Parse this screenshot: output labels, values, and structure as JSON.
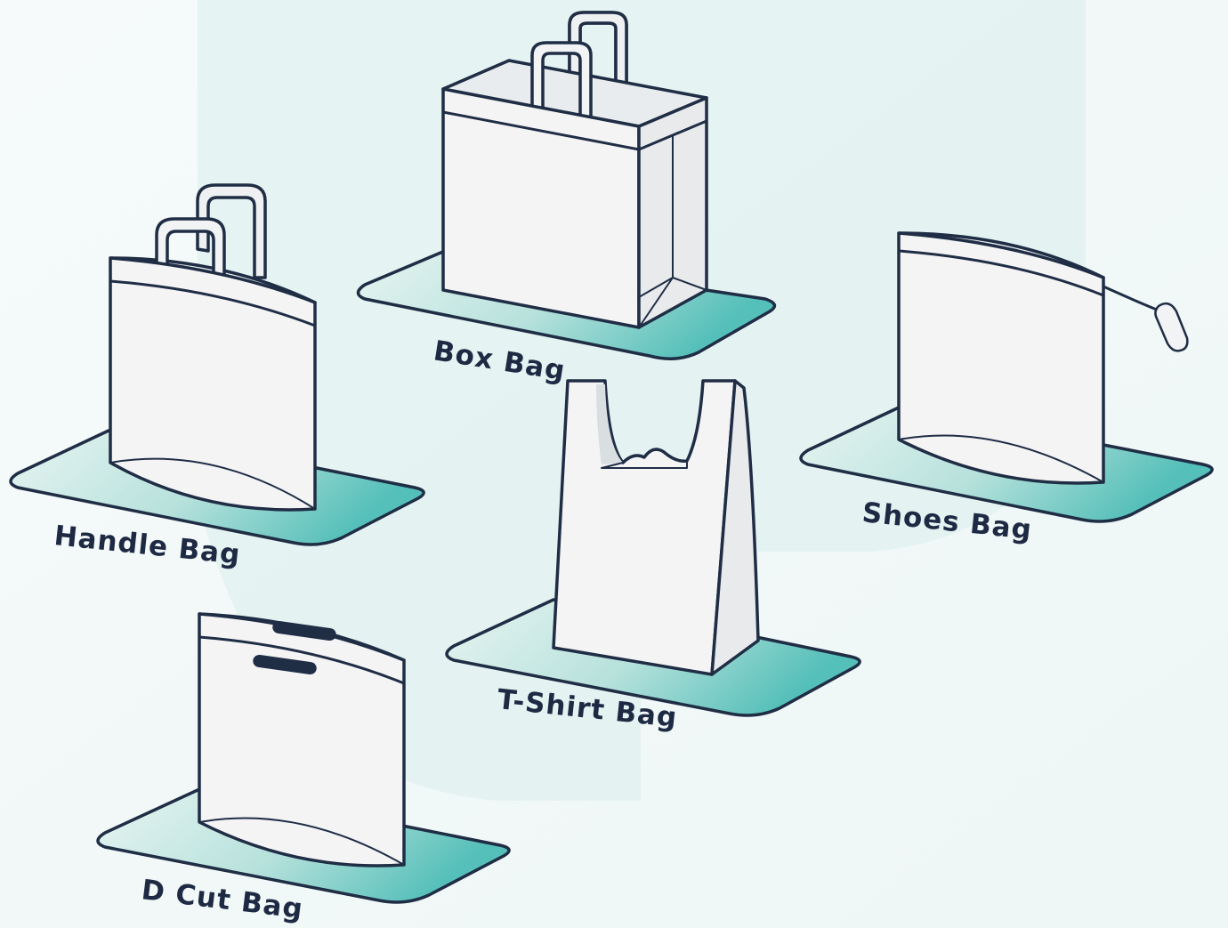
{
  "colors": {
    "background": "#f3f8f8",
    "blob": "#e1f2f1",
    "platform_light": "#e6f4f1",
    "platform_dark": "#5cc2bd",
    "outline": "#1f2d45",
    "bag_fill": "#f4f4f5",
    "label": "#1e2a44"
  },
  "bags": [
    {
      "id": "handle-bag",
      "label": "Handle Bag",
      "icon": "handle-bag-icon"
    },
    {
      "id": "box-bag",
      "label": "Box Bag",
      "icon": "box-bag-icon"
    },
    {
      "id": "shoes-bag",
      "label": "Shoes Bag",
      "icon": "shoes-bag-icon"
    },
    {
      "id": "t-shirt-bag",
      "label": "T-Shirt Bag",
      "icon": "t-shirt-bag-icon"
    },
    {
      "id": "d-cut-bag",
      "label": "D Cut Bag",
      "icon": "d-cut-bag-icon"
    }
  ]
}
